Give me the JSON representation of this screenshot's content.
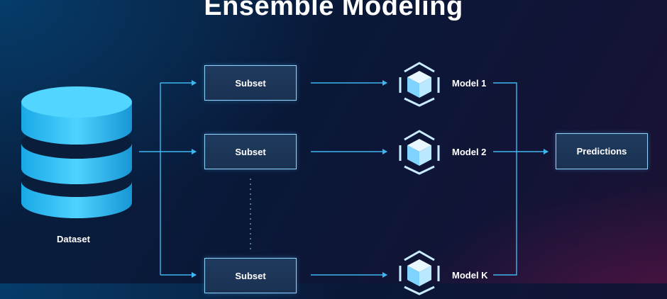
{
  "title": "Ensemble Modeling",
  "dataset_label": "Dataset",
  "subsets": [
    {
      "label": "Subset"
    },
    {
      "label": "Subset"
    },
    {
      "label": "Subset"
    }
  ],
  "models": [
    {
      "label": "Model 1"
    },
    {
      "label": "Model 2"
    },
    {
      "label": "Model K"
    }
  ],
  "output_label": "Predictions",
  "colors": {
    "accent": "#3fb6f0",
    "box_border": "#8fd3ff",
    "box_fill": "#1c3454",
    "icon": "#c9ecff"
  },
  "icons": {
    "dataset": "database-icon",
    "model": "cube-icon"
  }
}
